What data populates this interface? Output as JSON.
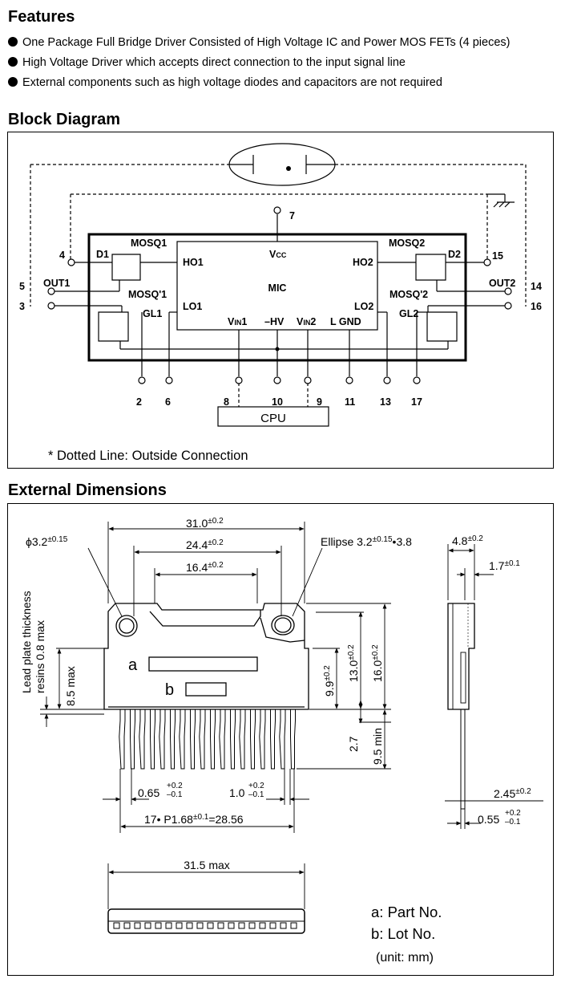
{
  "features": {
    "heading": "Features",
    "items": [
      "One Package Full Bridge Driver Consisted of High Voltage IC and Power  MOS FETs (4 pieces)",
      "High Voltage Driver which accepts direct connection to the input signal line",
      "External components such as high voltage diodes and capacitors are not required"
    ]
  },
  "block_diagram": {
    "heading": "Block Diagram",
    "mic_label": "MIC",
    "vcc": "V",
    "vcc_sub": "CC",
    "ho1": "HO1",
    "lo1": "LO1",
    "ho2": "HO2",
    "lo2": "LO2",
    "vin1": "V",
    "vin1_sub": "IN",
    "vin1_num": "1",
    "hv": "–HV",
    "vin2": "V",
    "vin2_sub": "IN",
    "vin2_num": "2",
    "lgnd": "L GND",
    "mosq1": "MOSQ1",
    "mosq1p": "MOSQ'1",
    "mosq2": "MOSQ2",
    "mosq2p": "MOSQ'2",
    "d1": "D1",
    "d2": "D2",
    "gl1": "GL1",
    "gl2": "GL2",
    "out1": "OUT1",
    "out2": "OUT2",
    "cpu": "CPU",
    "pins": {
      "p7": "7",
      "p4": "4",
      "p5": "5",
      "p3": "3",
      "p15": "15",
      "p14": "14",
      "p16": "16",
      "p2": "2",
      "p6": "6",
      "p8": "8",
      "p10": "10",
      "p9": "9",
      "p11": "11",
      "p13": "13",
      "p17": "17"
    },
    "note": "* Dotted Line: Outside Connection"
  },
  "external_dimensions": {
    "heading": "External Dimensions",
    "d_31": "31.0",
    "d_31_tol": "±0.2",
    "d_244": "24.4",
    "d_244_tol": "±0.2",
    "d_164": "16.4",
    "d_164_tol": "±0.2",
    "hole": "ϕ3.2",
    "hole_tol": "±0.15",
    "ellipse": "Ellipse 3.2",
    "ellipse_tol": "±0.15",
    "ellipse_rest": "•3.8",
    "lead_line1": "Lead plate thickness",
    "lead_line2": "resins 0.8 max",
    "d_85": "8.5 max",
    "label_a": "a",
    "label_b": "b",
    "d_99": "9.9",
    "d_99_tol": "±0.2",
    "d_130": "13.0",
    "d_130_tol": "±0.2",
    "d_160": "16.0",
    "d_160_tol": "±0.2",
    "d_27": "2.7",
    "d_95": "9.5 min",
    "d_065": "0.65",
    "tol_p02": "+0.2",
    "tol_m01": "–0.1",
    "d_10": "1.0",
    "pitch": "17• P1.68",
    "pitch_tol": "±0.1",
    "pitch_rest": "=28.56",
    "d_48": "4.8",
    "d_48_tol": "±0.2",
    "d_17": "1.7",
    "d_17_tol": "±0.1",
    "d_245": "2.45",
    "d_245_tol": "±0.2",
    "d_055": "0.55",
    "d_315": "31.5 max",
    "legend_a": "a: Part No.",
    "legend_b": "b: Lot No.",
    "unit": "(unit: mm)"
  }
}
